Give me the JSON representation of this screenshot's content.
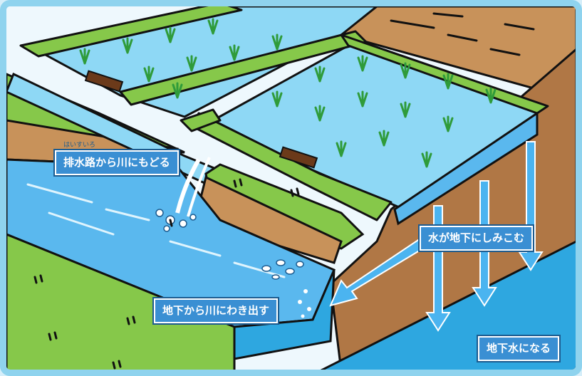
{
  "colors": {
    "frame": "#8fd3ee",
    "water": "#8ed8f5",
    "river": "#5ab8ee",
    "grass": "#86c84a",
    "soil": "#c8925a",
    "groundwater": "#2ea7e0",
    "label_fill": "#3a8fd3",
    "arrow": "#4bb4f0"
  },
  "labels": {
    "drain_return": {
      "text": "排水路から川にもどる",
      "ruby": "はいすいろ"
    },
    "seep_into_ground": {
      "text": "水が地下にしみこむ"
    },
    "springs_into_river": {
      "text": "地下から川にわき出す"
    },
    "becomes_groundwater": {
      "text": "地下水になる"
    }
  }
}
